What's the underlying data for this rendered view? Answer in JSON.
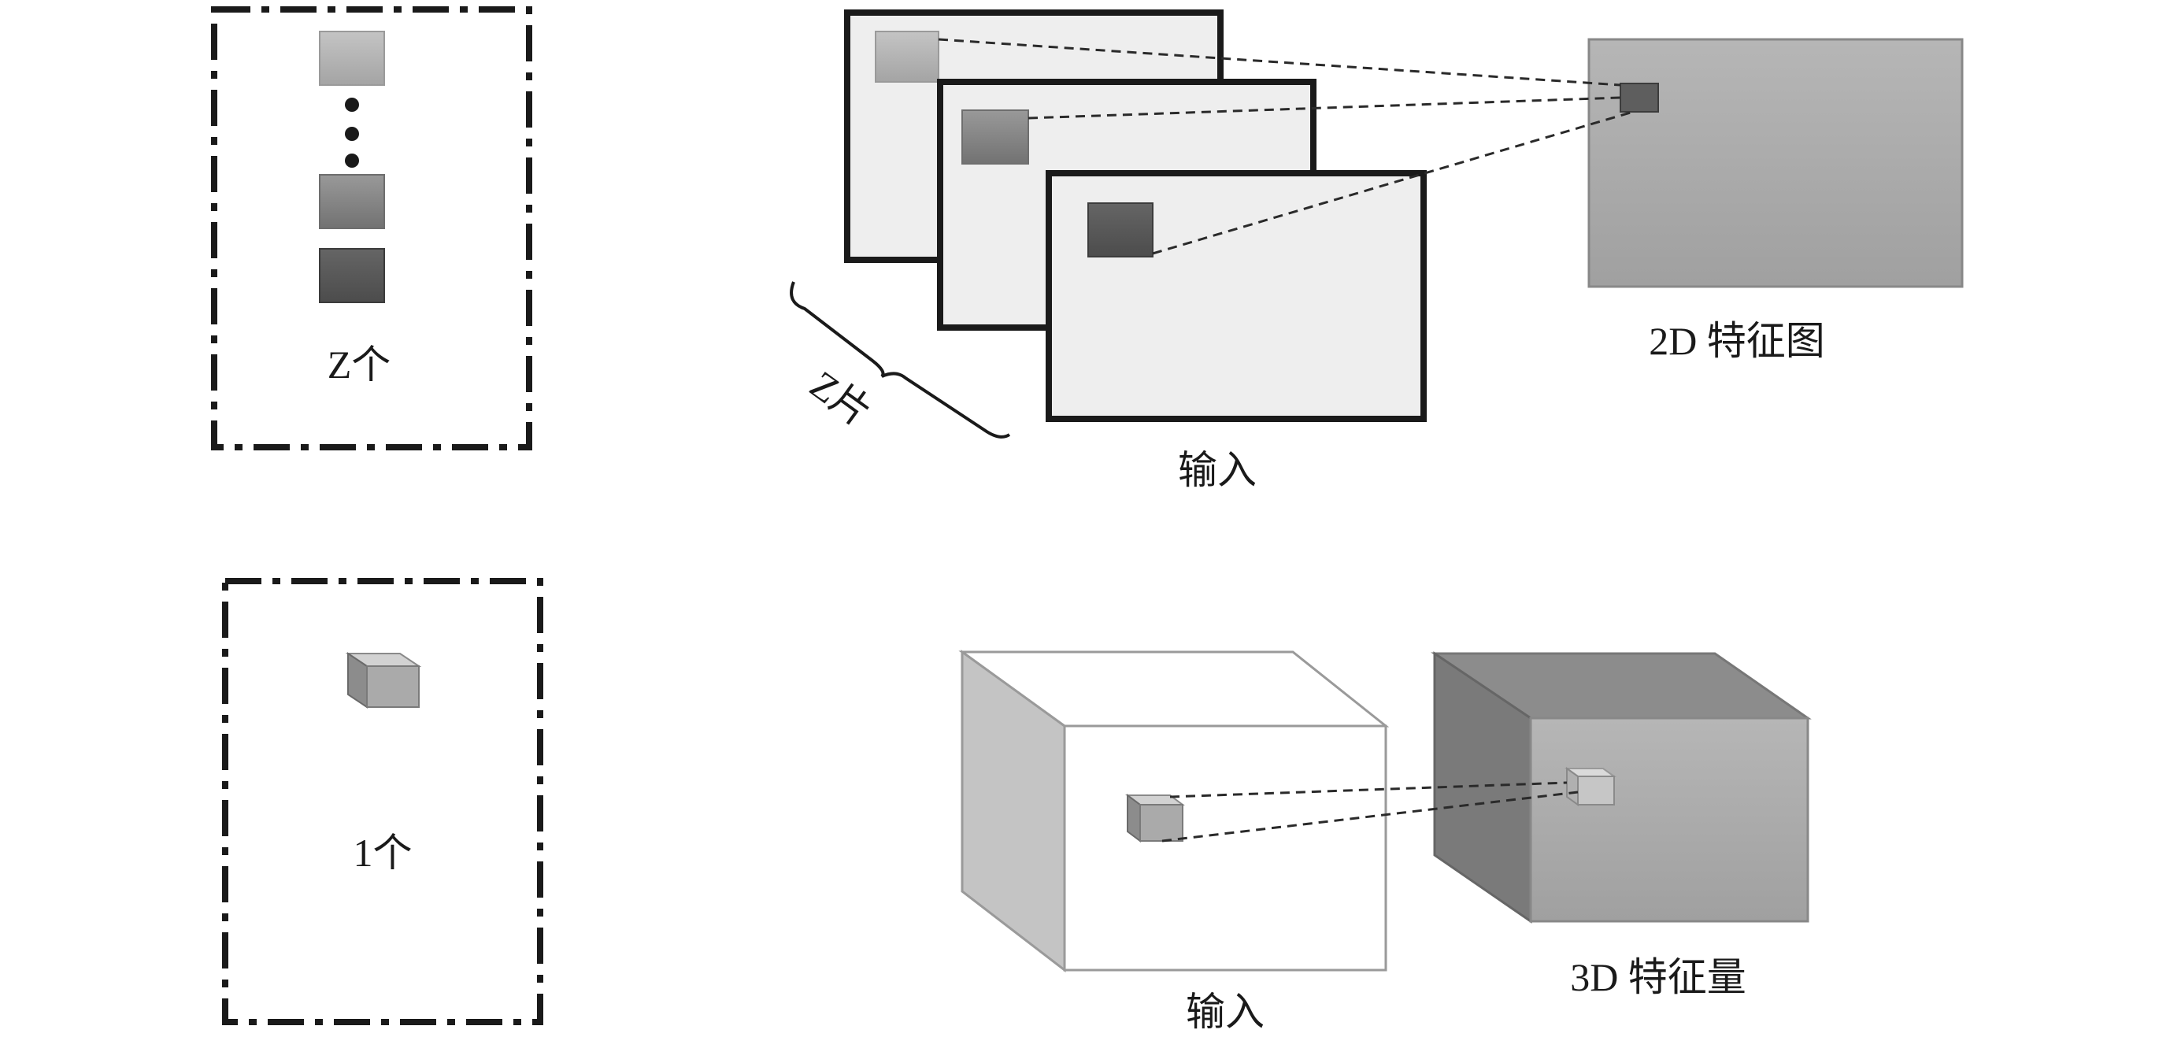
{
  "top": {
    "kernel_count_label": "Z个",
    "slices_label": "Z片",
    "input_label": "输入",
    "output_label": "2D 特征图"
  },
  "bottom": {
    "kernel_count_label": "1个",
    "input_label": "输入",
    "output_label": "3D 特征量"
  },
  "colors": {
    "light_gray": "#b4b4b4",
    "mid_gray": "#878787",
    "dark_gray": "#5a5a5a",
    "panel_fill": "#eeeeee",
    "feature_map": "#aaaaaa",
    "outline": "#1a1a1a"
  }
}
